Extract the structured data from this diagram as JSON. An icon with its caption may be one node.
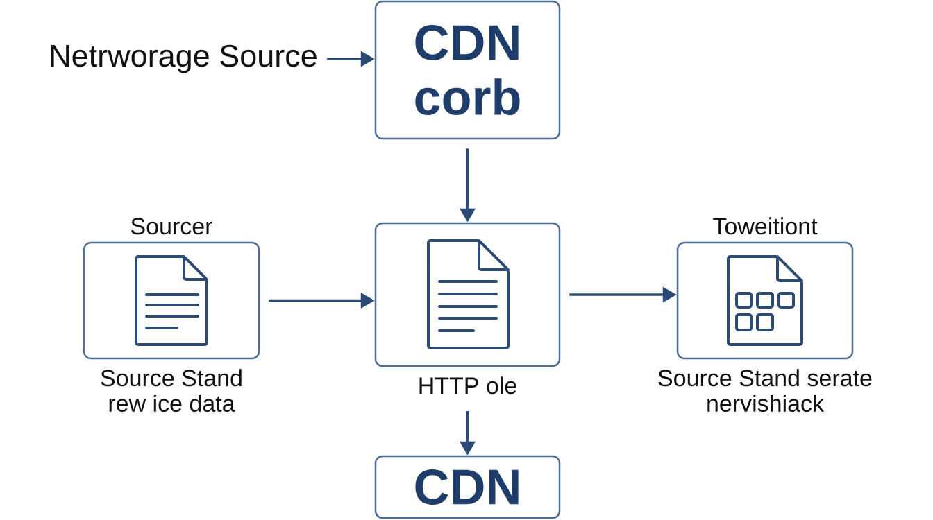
{
  "diagram": {
    "nodes": [
      {
        "text": [
          "Netrworage Source"
        ]
      },
      {
        "text": [
          "CDN corb"
        ]
      },
      {
        "text": [
          "Sourcer"
        ],
        "beside": [
          "Source Stand rew ice data"
        ]
      },
      {
        "text": [],
        "shape": "box",
        "beside": [
          "HTTP ole"
        ]
      },
      {
        "text": [
          "Toweitiont"
        ],
        "beside": [
          "Source Stand serate nervishiack"
        ]
      },
      {
        "text": [
          "CDN"
        ]
      }
    ],
    "edges": [
      {
        "from": 0,
        "to": 1,
        "arrow": "to"
      },
      {
        "from": 1,
        "to": 3,
        "arrow": "to"
      },
      {
        "from": 2,
        "to": 3,
        "arrow": "to"
      },
      {
        "from": 3,
        "to": 4,
        "arrow": "to"
      },
      {
        "from": 3,
        "to": 5,
        "arrow": "to"
      }
    ]
  }
}
